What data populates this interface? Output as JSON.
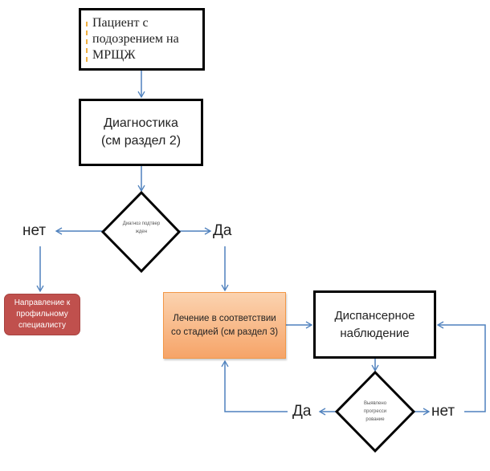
{
  "nodes": {
    "patient": "Пациент с подозрением на МРЩЖ",
    "diagnostics": "Диагностика (см раздел 2)",
    "decision_confirmed": "Диагноз подтвер жден",
    "referral": "Направление к профильному специалисту",
    "treatment": "Лечение в соответствии со стадией (см раздел 3)",
    "followup": "Диспансерное наблюдение",
    "decision_progression": "Выявлено прогресси рование"
  },
  "labels": {
    "no_1": "нет",
    "yes_1": "Да",
    "yes_2": "Да",
    "no_2": "нет"
  },
  "colors": {
    "arrow": "#4f81bd",
    "referral_fill": "#c0504d",
    "treatment_fill": "#f6a468"
  }
}
